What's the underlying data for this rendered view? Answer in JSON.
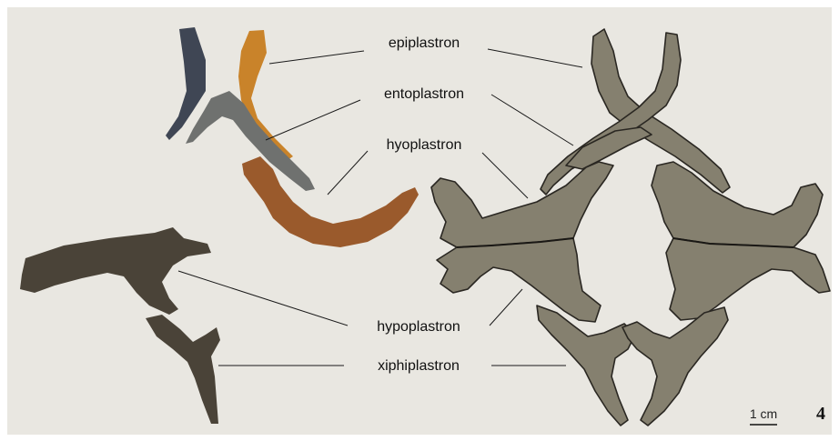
{
  "labels": {
    "epiplastron": "epiplastron",
    "entoplastron": "entoplastron",
    "hyoplastron": "hyoplastron",
    "hypoplastron": "hypoplastron",
    "xiphiplastron": "xiphiplastron"
  },
  "scale_bar": {
    "text": "1 cm"
  },
  "plate_number": "4",
  "colors": {
    "background": "#e9e7e1",
    "drawing_fill": "#85806f",
    "drawing_outline": "#2a2722",
    "fossil_orange": "#c9832a",
    "fossil_rust": "#9a5a2c",
    "fossil_grey": "#6f716f",
    "fossil_dark": "#4a4338"
  }
}
